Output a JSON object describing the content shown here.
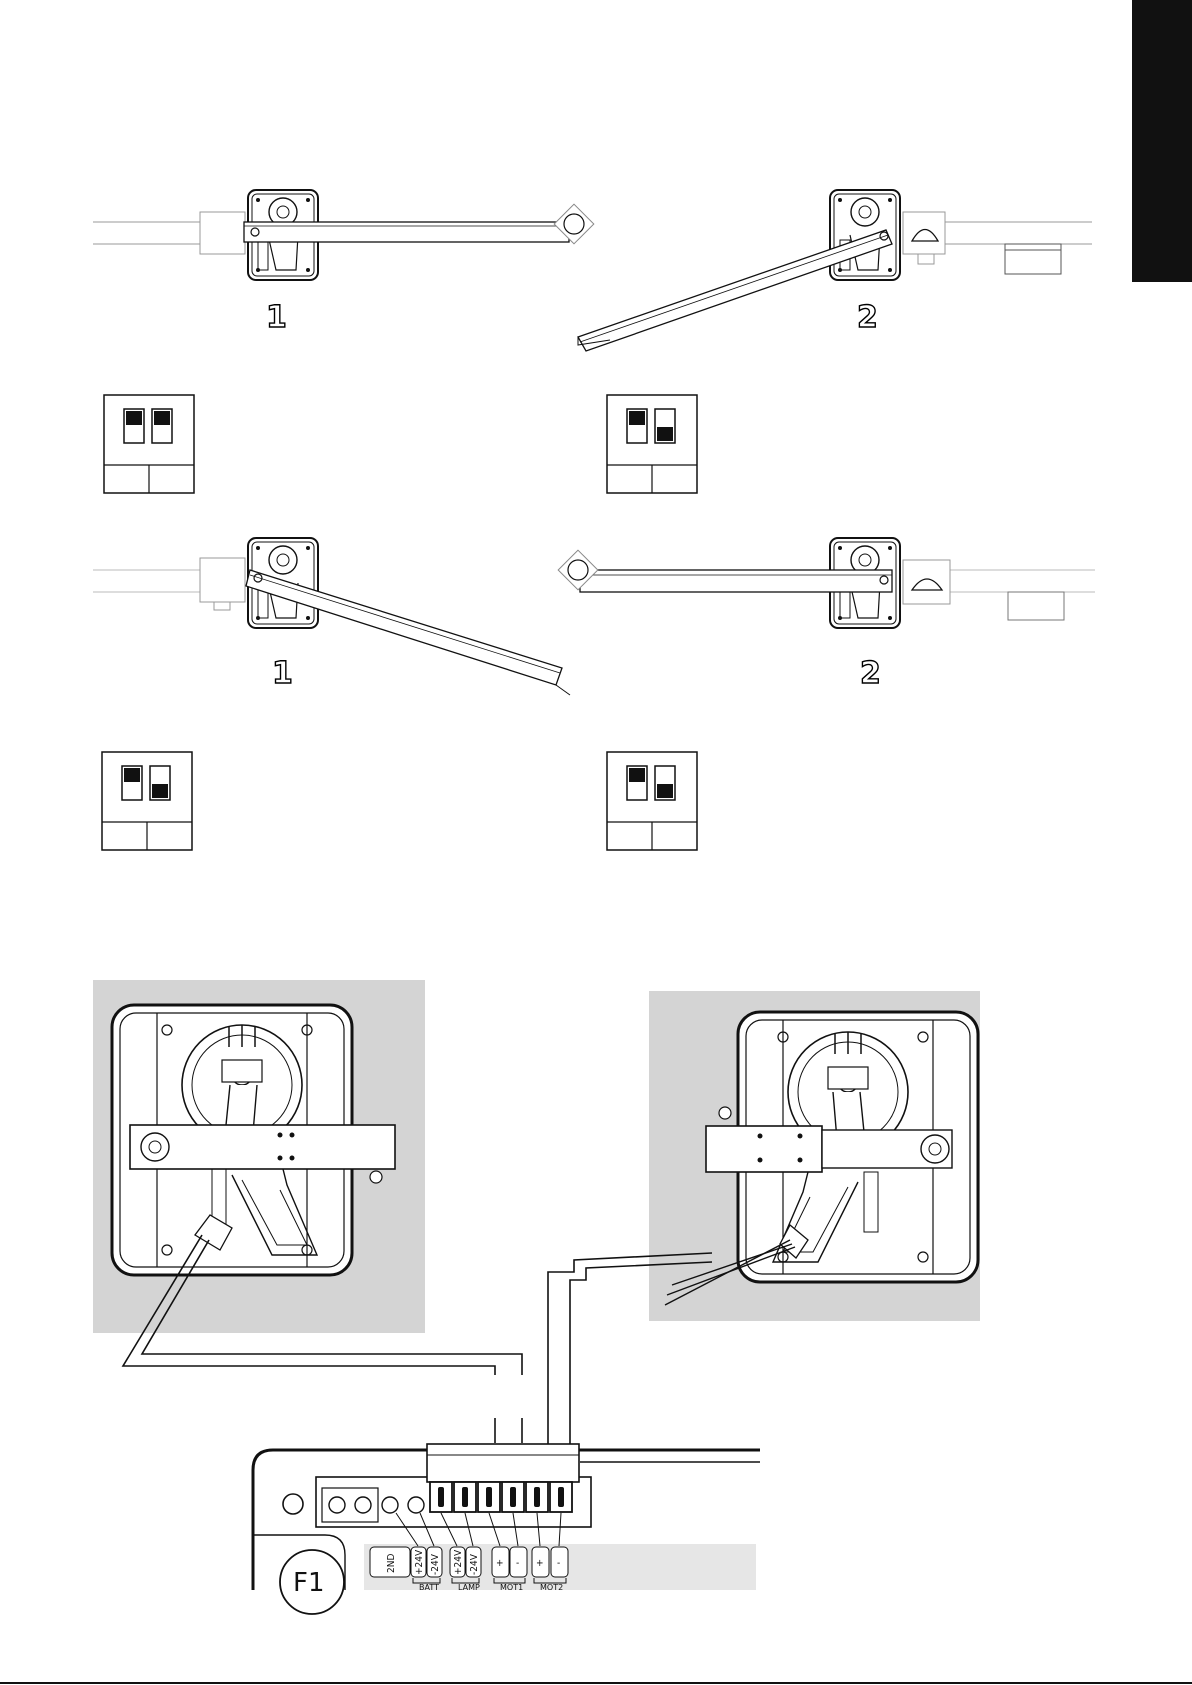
{
  "side_tab": {
    "color": "#111111"
  },
  "scenes": [
    {
      "id": "top-left",
      "label": "1",
      "switch_a": "up",
      "switch_b": "up"
    },
    {
      "id": "top-right",
      "label": "2",
      "switch_a": "up",
      "switch_b": "down"
    },
    {
      "id": "bottom-left",
      "label": "1",
      "switch_a": "up",
      "switch_b": "down"
    },
    {
      "id": "bottom-right",
      "label": "2",
      "switch_a": "up",
      "switch_b": "down"
    }
  ],
  "terminals": [
    "2ND",
    "+24V",
    "-24V",
    "+24V",
    "-24V",
    "+",
    "-",
    "+",
    "-"
  ],
  "terminal_groups": [
    "BATT",
    "LAMP",
    "MOT1",
    "MOT2"
  ],
  "fuse_label": "F1",
  "colors": {
    "panel_gray": "#d4d4d4",
    "line": "#111111",
    "strip_gray": "#e6e6e6"
  }
}
